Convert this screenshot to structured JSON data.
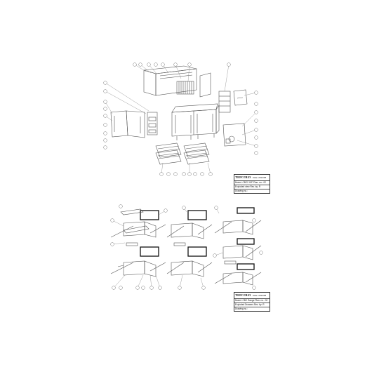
{
  "sheets": [
    {
      "brand": "TEFCOLD",
      "date_label": "Date: 2012/08",
      "model": "Model: CBC2 G/F",
      "page": "Plan. no.: 02",
      "view": "Exploded view",
      "rev": "Rev. by: R",
      "drawing": "Drawing no.:"
    },
    {
      "brand": "TEFCOLD",
      "date_label": "Date: 2012/08",
      "model": "Model: CBC Range",
      "page": "Plan. no.: 02",
      "view": "Exploded Drawers",
      "rev": "Rev. by: R",
      "drawing": "Drawing no.:"
    }
  ]
}
